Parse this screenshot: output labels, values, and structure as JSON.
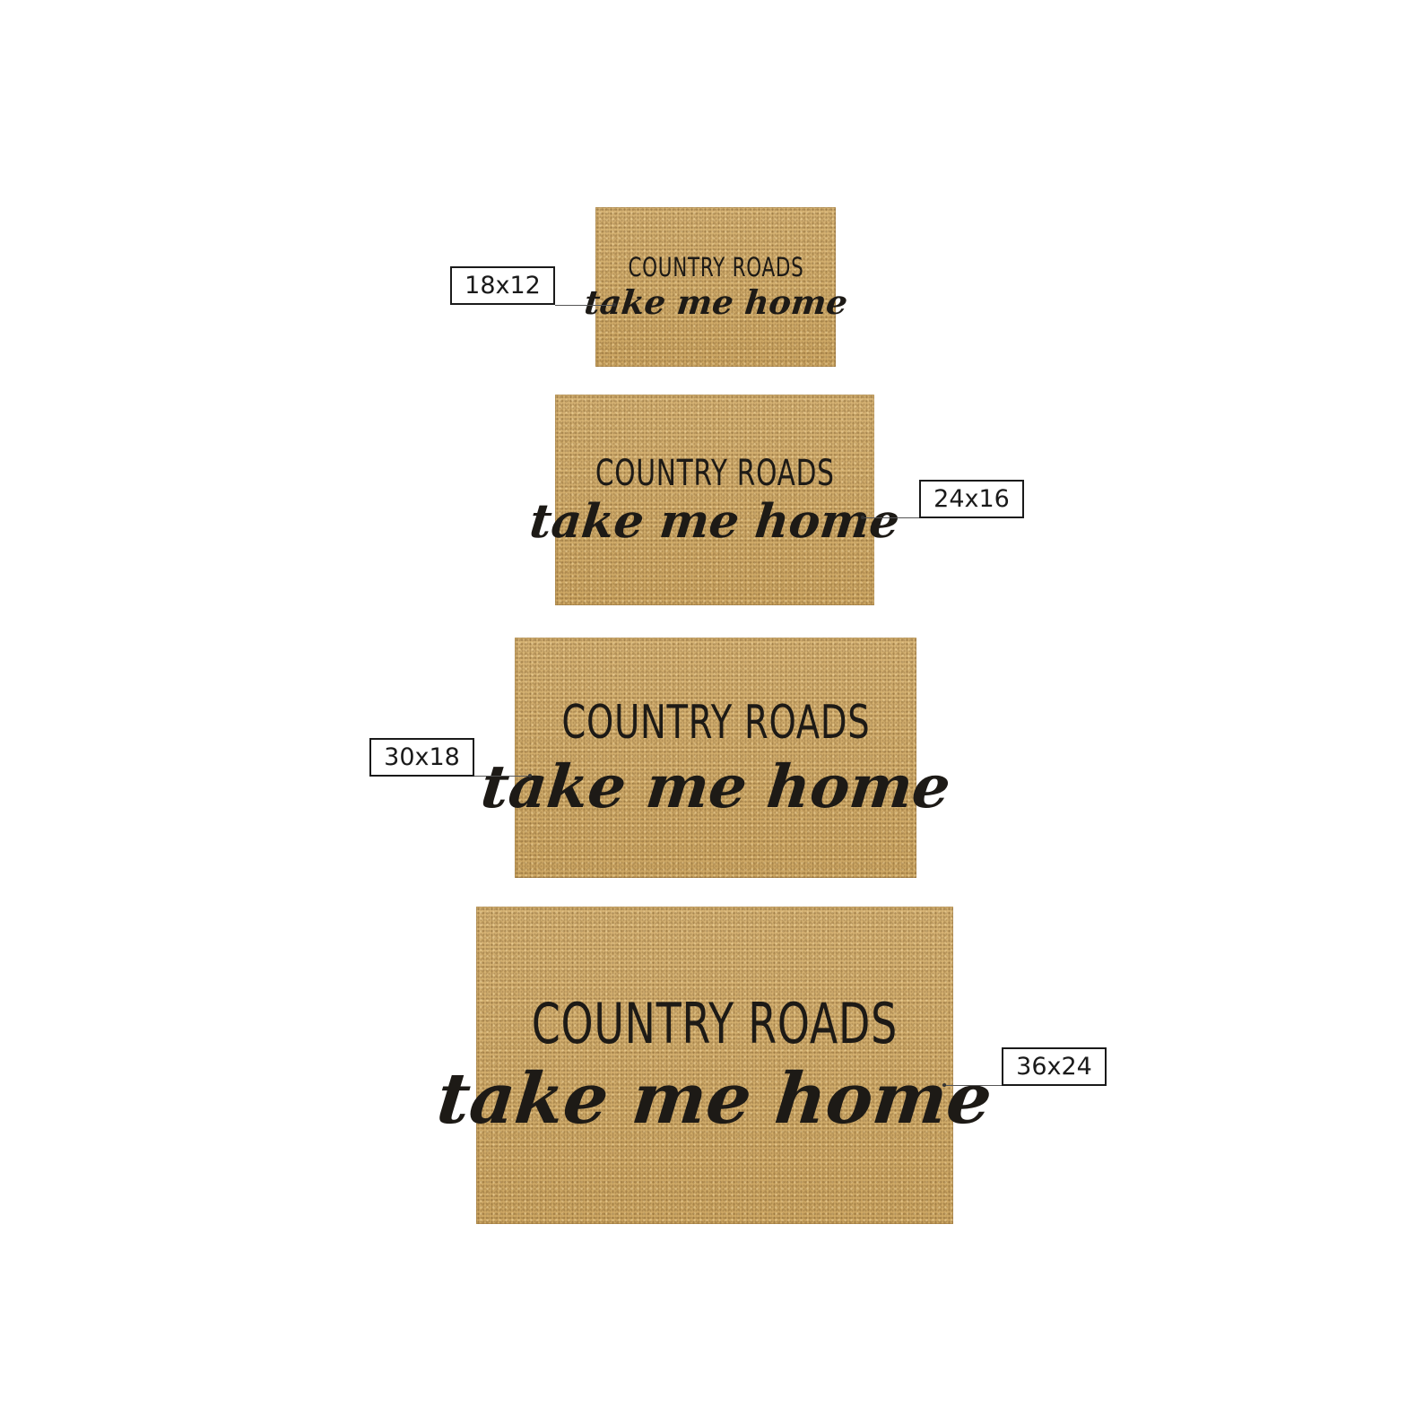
{
  "mats": [
    {
      "size": "18x12",
      "title": "COUNTRY ROADS",
      "script": "take me home"
    },
    {
      "size": "24x16",
      "title": "COUNTRY ROADS",
      "script": "take me home"
    },
    {
      "size": "30x18",
      "title": "COUNTRY ROADS",
      "script": "take me home"
    },
    {
      "size": "36x24",
      "title": "COUNTRY ROADS",
      "script": "take me home"
    }
  ],
  "colors": {
    "background": "#ffffff",
    "coir": "#d4b06e",
    "ink": "#1d1a16",
    "label_border": "#1a1a1a"
  }
}
